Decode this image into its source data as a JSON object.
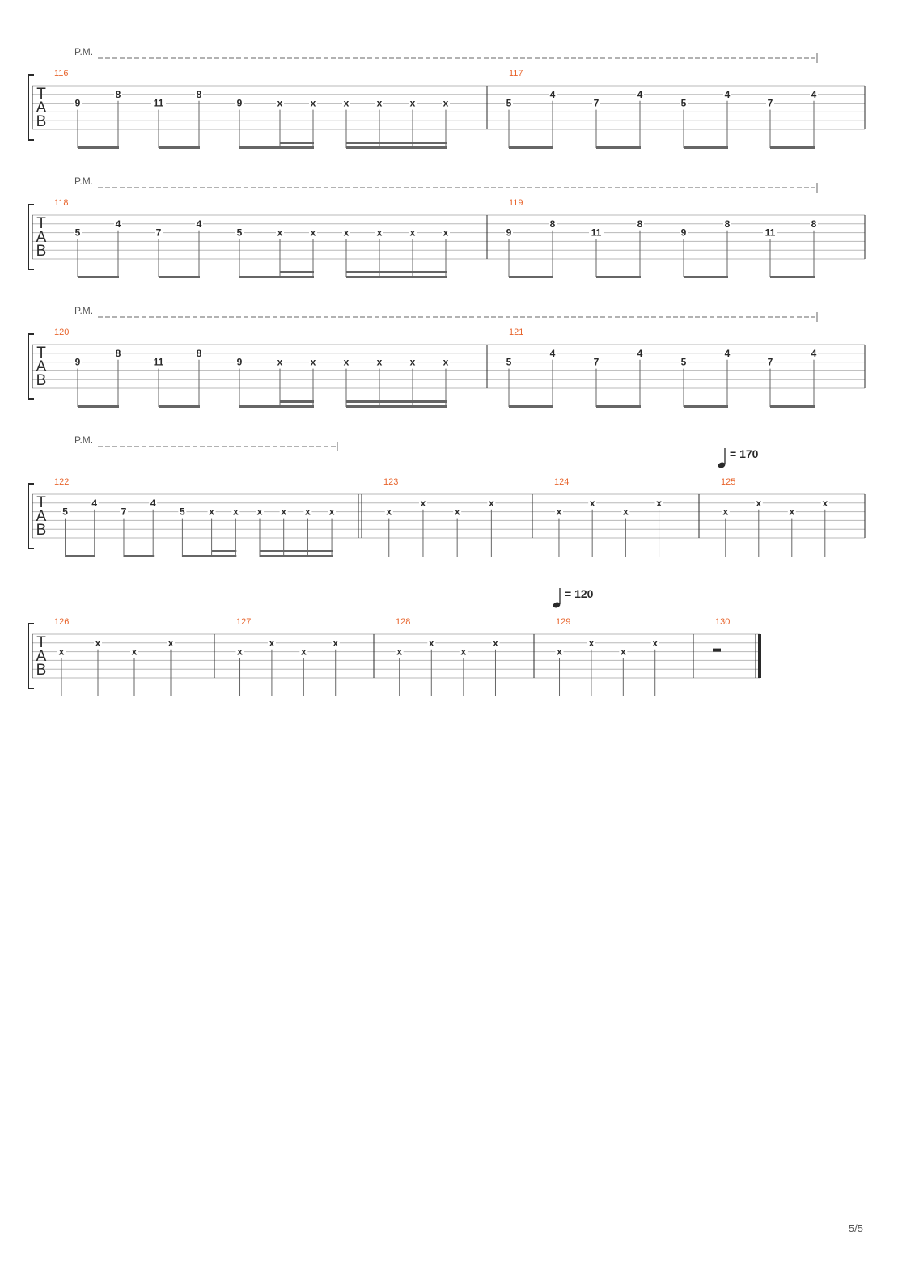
{
  "labels": {
    "palm_mute": "P.M.",
    "tab": [
      "T",
      "A",
      "B"
    ],
    "page": "5/5"
  },
  "tempo_marks": [
    {
      "before_bar": 125,
      "label": "= 170"
    },
    {
      "before_bar": 129,
      "label": "= 120"
    }
  ],
  "systems": [
    {
      "palm_mute": "full",
      "bars": [
        {
          "number": "116",
          "notes": [
            {
              "s": 3,
              "f": "9",
              "beam": "A"
            },
            {
              "s": 2,
              "f": "8",
              "beam": "A"
            },
            {
              "s": 3,
              "f": "11",
              "beam": "B"
            },
            {
              "s": 2,
              "f": "8",
              "beam": "B"
            },
            {
              "s": 3,
              "f": "9",
              "beam": "C"
            },
            {
              "s": 3,
              "f": "x",
              "beam": "C",
              "sub": true
            },
            {
              "s": 3,
              "f": "x",
              "beam": "C",
              "sub": true
            },
            {
              "s": 3,
              "f": "x",
              "beam": "D",
              "sub": true
            },
            {
              "s": 3,
              "f": "x",
              "beam": "D",
              "sub": true
            },
            {
              "s": 3,
              "f": "x",
              "beam": "D",
              "sub": true
            },
            {
              "s": 3,
              "f": "x",
              "beam": "D",
              "sub": true
            }
          ]
        },
        {
          "number": "117",
          "notes": [
            {
              "s": 3,
              "f": "5",
              "beam": "A"
            },
            {
              "s": 2,
              "f": "4",
              "beam": "A"
            },
            {
              "s": 3,
              "f": "7",
              "beam": "B"
            },
            {
              "s": 2,
              "f": "4",
              "beam": "B"
            },
            {
              "s": 3,
              "f": "5",
              "beam": "C"
            },
            {
              "s": 2,
              "f": "4",
              "beam": "C"
            },
            {
              "s": 3,
              "f": "7",
              "beam": "D"
            },
            {
              "s": 2,
              "f": "4",
              "beam": "D"
            }
          ]
        }
      ]
    },
    {
      "palm_mute": "full",
      "bars": [
        {
          "number": "118",
          "notes": [
            {
              "s": 3,
              "f": "5",
              "beam": "A"
            },
            {
              "s": 2,
              "f": "4",
              "beam": "A"
            },
            {
              "s": 3,
              "f": "7",
              "beam": "B"
            },
            {
              "s": 2,
              "f": "4",
              "beam": "B"
            },
            {
              "s": 3,
              "f": "5",
              "beam": "C"
            },
            {
              "s": 3,
              "f": "x",
              "beam": "C",
              "sub": true
            },
            {
              "s": 3,
              "f": "x",
              "beam": "C",
              "sub": true
            },
            {
              "s": 3,
              "f": "x",
              "beam": "D",
              "sub": true
            },
            {
              "s": 3,
              "f": "x",
              "beam": "D",
              "sub": true
            },
            {
              "s": 3,
              "f": "x",
              "beam": "D",
              "sub": true
            },
            {
              "s": 3,
              "f": "x",
              "beam": "D",
              "sub": true
            }
          ]
        },
        {
          "number": "119",
          "notes": [
            {
              "s": 3,
              "f": "9",
              "beam": "A"
            },
            {
              "s": 2,
              "f": "8",
              "beam": "A"
            },
            {
              "s": 3,
              "f": "11",
              "beam": "B"
            },
            {
              "s": 2,
              "f": "8",
              "beam": "B"
            },
            {
              "s": 3,
              "f": "9",
              "beam": "C"
            },
            {
              "s": 2,
              "f": "8",
              "beam": "C"
            },
            {
              "s": 3,
              "f": "11",
              "beam": "D"
            },
            {
              "s": 2,
              "f": "8",
              "beam": "D"
            }
          ]
        }
      ]
    },
    {
      "palm_mute": "full",
      "bars": [
        {
          "number": "120",
          "notes": [
            {
              "s": 3,
              "f": "9",
              "beam": "A"
            },
            {
              "s": 2,
              "f": "8",
              "beam": "A"
            },
            {
              "s": 3,
              "f": "11",
              "beam": "B"
            },
            {
              "s": 2,
              "f": "8",
              "beam": "B"
            },
            {
              "s": 3,
              "f": "9",
              "beam": "C"
            },
            {
              "s": 3,
              "f": "x",
              "beam": "C",
              "sub": true
            },
            {
              "s": 3,
              "f": "x",
              "beam": "C",
              "sub": true
            },
            {
              "s": 3,
              "f": "x",
              "beam": "D",
              "sub": true
            },
            {
              "s": 3,
              "f": "x",
              "beam": "D",
              "sub": true
            },
            {
              "s": 3,
              "f": "x",
              "beam": "D",
              "sub": true
            },
            {
              "s": 3,
              "f": "x",
              "beam": "D",
              "sub": true
            }
          ]
        },
        {
          "number": "121",
          "notes": [
            {
              "s": 3,
              "f": "5",
              "beam": "A"
            },
            {
              "s": 2,
              "f": "4",
              "beam": "A"
            },
            {
              "s": 3,
              "f": "7",
              "beam": "B"
            },
            {
              "s": 2,
              "f": "4",
              "beam": "B"
            },
            {
              "s": 3,
              "f": "5",
              "beam": "C"
            },
            {
              "s": 2,
              "f": "4",
              "beam": "C"
            },
            {
              "s": 3,
              "f": "7",
              "beam": "D"
            },
            {
              "s": 2,
              "f": "4",
              "beam": "D"
            }
          ]
        }
      ]
    },
    {
      "palm_mute": "partial",
      "bars": [
        {
          "number": "122",
          "end": "double",
          "notes": [
            {
              "s": 3,
              "f": "5",
              "beam": "A"
            },
            {
              "s": 2,
              "f": "4",
              "beam": "A"
            },
            {
              "s": 3,
              "f": "7",
              "beam": "B"
            },
            {
              "s": 2,
              "f": "4",
              "beam": "B"
            },
            {
              "s": 3,
              "f": "5",
              "beam": "C"
            },
            {
              "s": 3,
              "f": "x",
              "beam": "C",
              "sub": true
            },
            {
              "s": 3,
              "f": "x",
              "beam": "C",
              "sub": true
            },
            {
              "s": 3,
              "f": "x",
              "beam": "D",
              "sub": true
            },
            {
              "s": 3,
              "f": "x",
              "beam": "D",
              "sub": true
            },
            {
              "s": 3,
              "f": "x",
              "beam": "D",
              "sub": true
            },
            {
              "s": 3,
              "f": "x",
              "beam": "D",
              "sub": true
            }
          ]
        },
        {
          "number": "123",
          "notes": [
            {
              "s": 3,
              "f": "x"
            },
            {
              "s": 2,
              "f": "x"
            },
            {
              "s": 3,
              "f": "x"
            },
            {
              "s": 2,
              "f": "x"
            }
          ]
        },
        {
          "number": "124",
          "notes": [
            {
              "s": 3,
              "f": "x"
            },
            {
              "s": 2,
              "f": "x"
            },
            {
              "s": 3,
              "f": "x"
            },
            {
              "s": 2,
              "f": "x"
            }
          ]
        },
        {
          "number": "125",
          "notes": [
            {
              "s": 3,
              "f": "x"
            },
            {
              "s": 2,
              "f": "x"
            },
            {
              "s": 3,
              "f": "x"
            },
            {
              "s": 2,
              "f": "x"
            }
          ]
        }
      ]
    },
    {
      "palm_mute": "none",
      "bars": [
        {
          "number": "126",
          "notes": [
            {
              "s": 3,
              "f": "x"
            },
            {
              "s": 2,
              "f": "x"
            },
            {
              "s": 3,
              "f": "x"
            },
            {
              "s": 2,
              "f": "x"
            }
          ]
        },
        {
          "number": "127",
          "notes": [
            {
              "s": 3,
              "f": "x"
            },
            {
              "s": 2,
              "f": "x"
            },
            {
              "s": 3,
              "f": "x"
            },
            {
              "s": 2,
              "f": "x"
            }
          ]
        },
        {
          "number": "128",
          "notes": [
            {
              "s": 3,
              "f": "x"
            },
            {
              "s": 2,
              "f": "x"
            },
            {
              "s": 3,
              "f": "x"
            },
            {
              "s": 2,
              "f": "x"
            }
          ]
        },
        {
          "number": "129",
          "notes": [
            {
              "s": 3,
              "f": "x"
            },
            {
              "s": 2,
              "f": "x"
            },
            {
              "s": 3,
              "f": "x"
            },
            {
              "s": 2,
              "f": "x"
            }
          ]
        },
        {
          "number": "130",
          "rest": "half",
          "end": "final",
          "notes": []
        }
      ]
    }
  ],
  "colors": {
    "bar_number": "#e8642c",
    "staff_line": "#b8b8b8",
    "ink": "#2a2a2a",
    "beam": "#666666"
  }
}
